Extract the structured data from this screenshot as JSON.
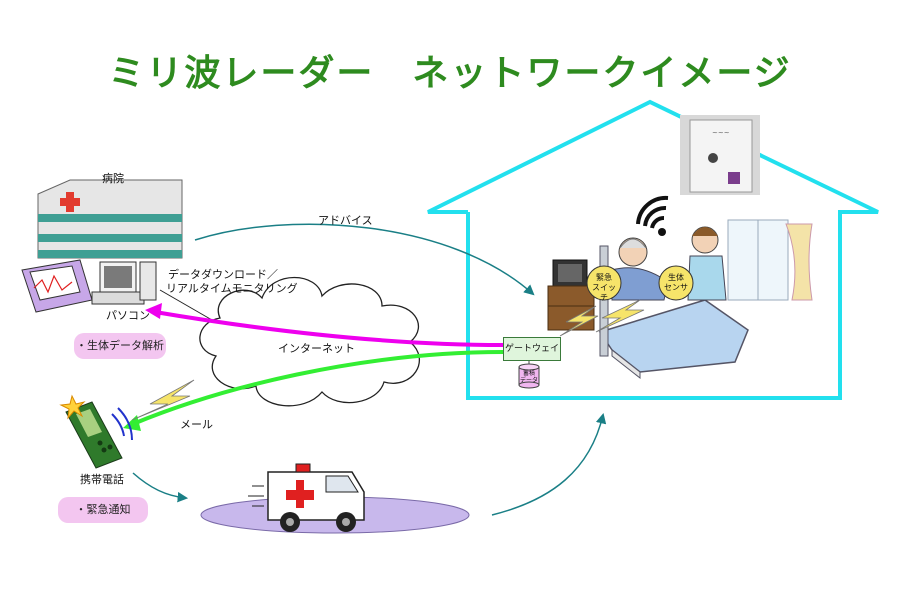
{
  "title": "ミリ波レーダー　ネットワークイメージ",
  "labels": {
    "hospital": "病院",
    "pc": "パソコン",
    "vital_analysis": "・生体データ解析",
    "mobile": "携帯電話",
    "emergency_notice": "・緊急通知",
    "internet": "インターネット",
    "advice": "アドバイス",
    "download_1": "データダウンロード／",
    "download_2": "リアルタイムモニタリング",
    "mail": "メール",
    "gateway": "ゲートウェイ",
    "emergency_switch_1": "緊急",
    "emergency_switch_2": "スイッチ",
    "bio_sensor_1": "生体",
    "bio_sensor_2": "センサ",
    "storage_1": "蓄積",
    "storage_2": "データ"
  },
  "colors": {
    "title": "#2e8b1f",
    "house": "#22e0ee",
    "magenta_arrow": "#ee00ee",
    "green_arrow": "#33ee33",
    "teal_arrow": "#1a7f86",
    "pill": "#f3c6f0",
    "ellipse": "#c8b8ec"
  }
}
